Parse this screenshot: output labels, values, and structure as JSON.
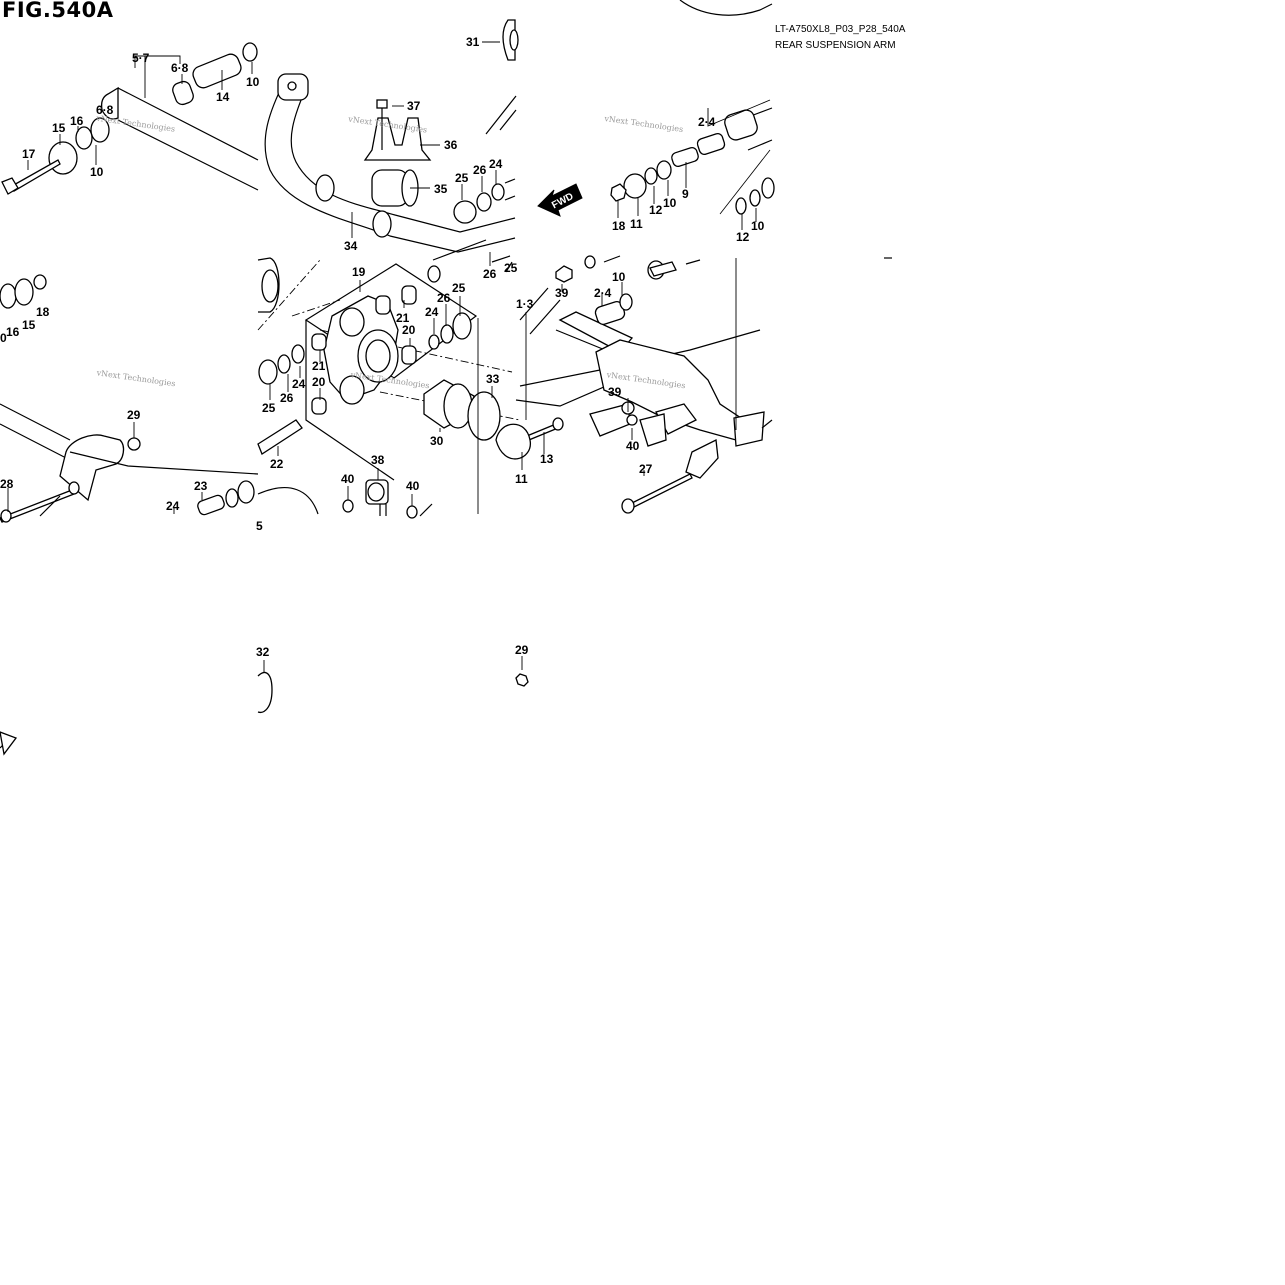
{
  "figure": {
    "title": "FIG.540A",
    "drawing_code": "LT-A750XL8_P03_P28_540A",
    "name": "REAR SUSPENSION ARM"
  },
  "direction_marker": "FWD",
  "watermark": "vNext Technologies",
  "callouts": [
    "5·7",
    "6·8",
    "14",
    "10",
    "6·8",
    "15",
    "16",
    "10",
    "17",
    "31",
    "37",
    "36",
    "35",
    "34",
    "25",
    "26",
    "24",
    "2·4",
    "11",
    "12",
    "10",
    "9",
    "18",
    "12",
    "10",
    "26",
    "25",
    "19",
    "25",
    "26",
    "24",
    "21",
    "20",
    "24",
    "26",
    "25",
    "21",
    "20",
    "33",
    "30",
    "22",
    "38",
    "40",
    "40",
    "18",
    "15",
    "16",
    "0",
    "29",
    "28",
    "24",
    "23",
    "5",
    "1·3",
    "39",
    "2·4",
    "10",
    "39",
    "40",
    "13",
    "11",
    "27",
    "32",
    "29"
  ],
  "icons": [
    "fwd-arrow-icon"
  ]
}
